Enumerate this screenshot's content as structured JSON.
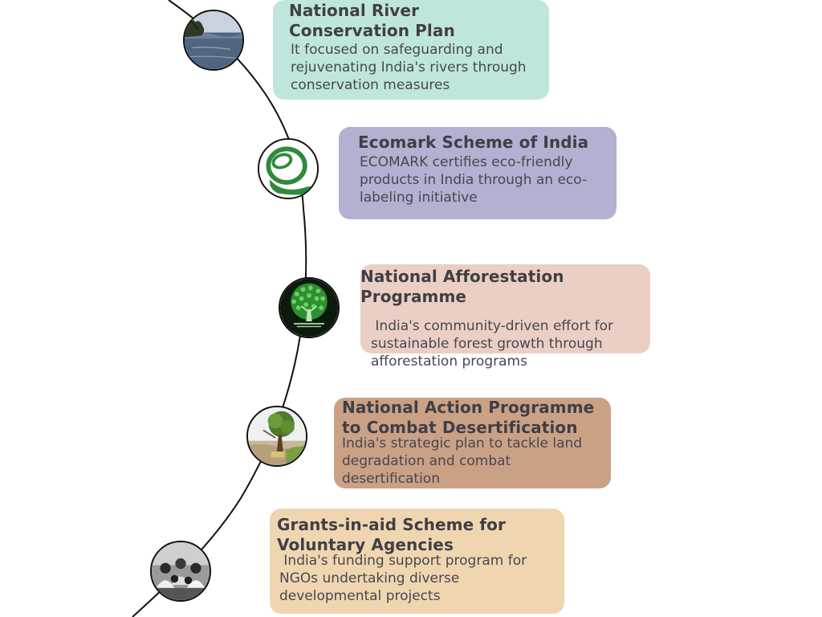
{
  "milestones": [
    {
      "title": "National River Conservation Plan",
      "description": "It focused on safeguarding and rejuvenating India's rivers through conservation measures",
      "icon": "river-photo-icon",
      "color": "#bfe6dd"
    },
    {
      "title": "Ecomark Scheme of India",
      "description": "ECOMARK certifies eco-friendly products in India through an eco-labeling initiative",
      "icon": "ecomark-logo-icon",
      "color": "#b2b1d1"
    },
    {
      "title": "National Afforestation Programme",
      "description": " India's community-driven effort for sustainable forest growth through afforestation programs",
      "icon": "green-tree-logo-icon",
      "color": "#ebcfc4"
    },
    {
      "title": "National Action Programme to Combat Desertification",
      "description": "India's strategic plan to tackle land degradation and combat desertification",
      "icon": "tree-on-dry-land-icon",
      "color": "#cba186"
    },
    {
      "title": "Grants-in-aid Scheme for Voluntary Agencies",
      "description": " India's funding support program for NGOs undertaking diverse developmental projects",
      "icon": "group-photo-icon",
      "color": "#f0d6b0"
    }
  ]
}
